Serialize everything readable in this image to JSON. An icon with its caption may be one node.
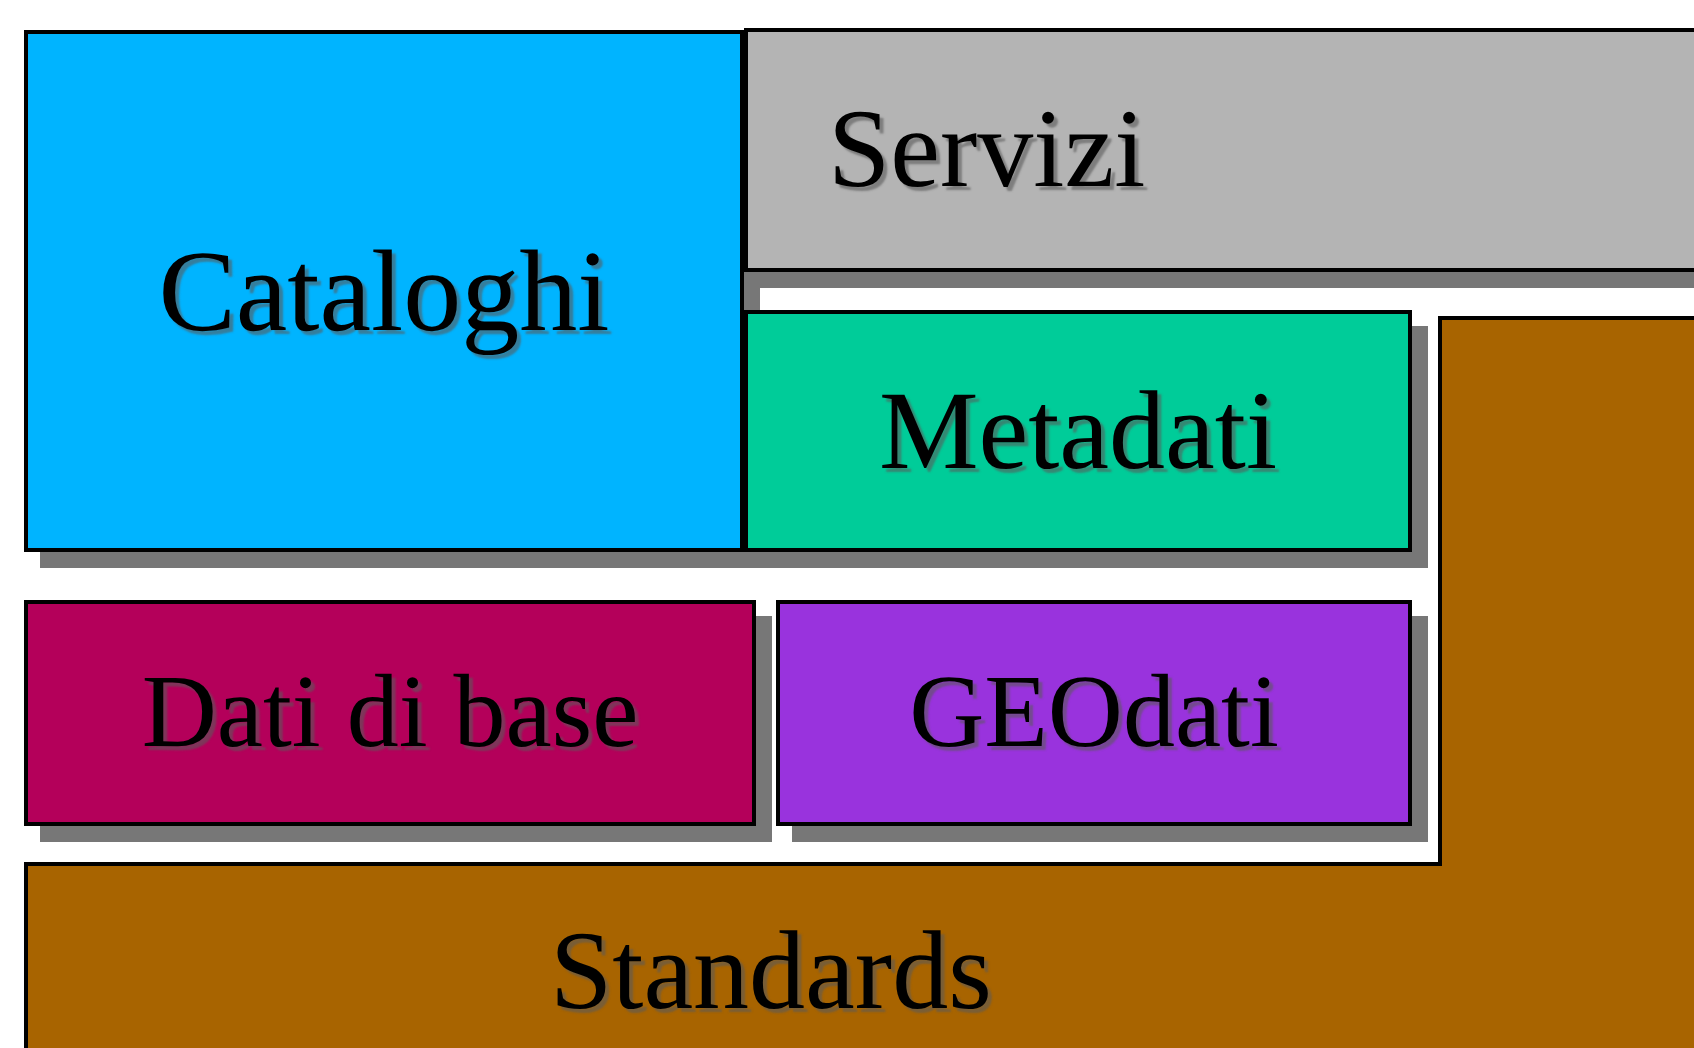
{
  "diagram": {
    "nodes": [
      {
        "text": [
          "Cataloghi"
        ]
      },
      {
        "text": [
          "Servizi"
        ]
      },
      {
        "text": [
          "Metadati"
        ]
      },
      {
        "text": [
          "Dati di base"
        ]
      },
      {
        "text": [
          "GEOdati"
        ]
      },
      {
        "text": [
          "Standards"
        ]
      }
    ]
  }
}
